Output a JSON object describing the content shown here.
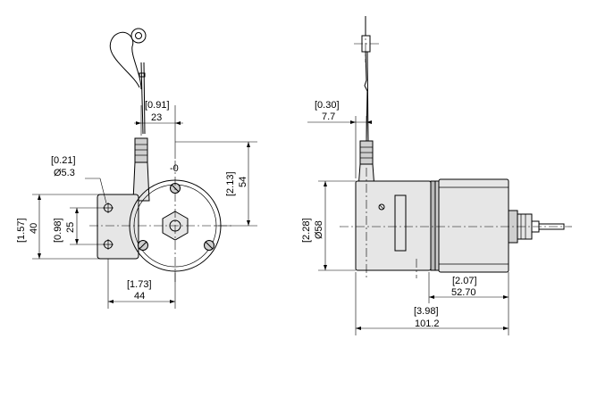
{
  "front_view": {
    "offset_inch": "[0.91]",
    "offset_mm": "23",
    "hole_inch": "[0.21]",
    "hole_mm": "Ø5.3",
    "zero_mark": "-0",
    "height_inch": "[2.13]",
    "height_mm": "54",
    "bracket_height_inch": "[1.57]",
    "bracket_height_mm": "40",
    "hole_spacing_inch": "[0.98]",
    "hole_spacing_mm": "25",
    "width_inch": "[1.73]",
    "width_mm": "44"
  },
  "side_view": {
    "offset_inch": "[0.30]",
    "offset_mm": "7.7",
    "diameter_inch": "[2.28]",
    "diameter_mm": "Ø58",
    "body_length_inch": "[2.07]",
    "body_length_mm": "52.70",
    "total_length_inch": "[3.98]",
    "total_length_mm": "101.2"
  }
}
